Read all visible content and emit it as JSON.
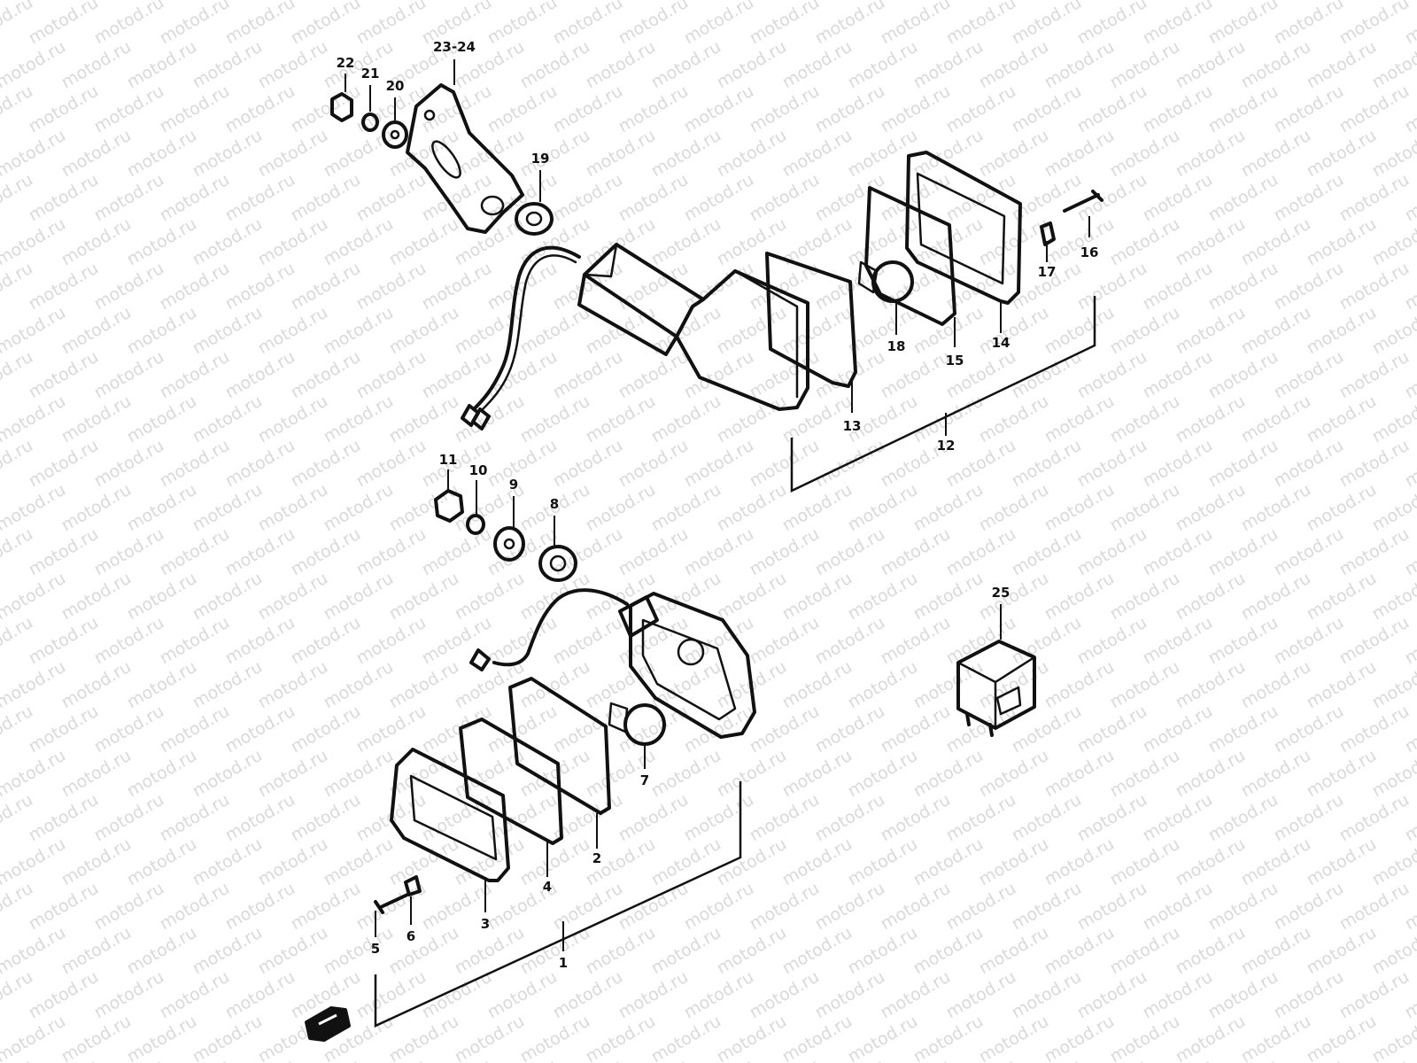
{
  "watermark": "motod.ru",
  "labels": {
    "p1": "1",
    "p2": "2",
    "p3": "3",
    "p4": "4",
    "p5": "5",
    "p6": "6",
    "p7": "7",
    "p8": "8",
    "p9": "9",
    "p10": "10",
    "p11": "11",
    "p12": "12",
    "p13": "13",
    "p14": "14",
    "p15": "15",
    "p16": "16",
    "p17": "17",
    "p18": "18",
    "p19": "19",
    "p20": "20",
    "p21": "21",
    "p22": "22",
    "p23_24": "23-24",
    "p25": "25"
  },
  "icons": {
    "front_arrow": "front-arrow-icon"
  },
  "colors": {
    "ink": "#111111",
    "watermark": "#d9d9d9",
    "background": "#ffffff"
  }
}
